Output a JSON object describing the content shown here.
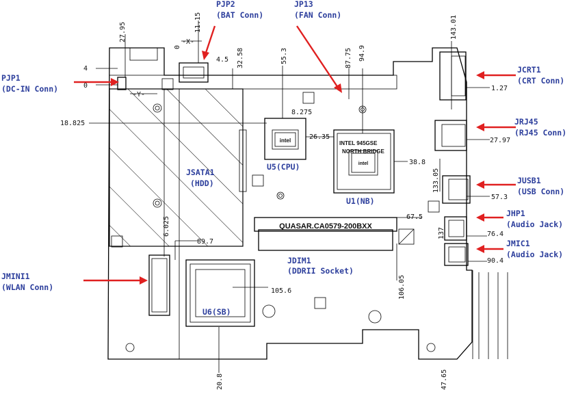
{
  "labels": {
    "pjp1_ref": "PJP1",
    "pjp1_desc": "(DC-IN Conn)",
    "pjp2_ref": "PJP2",
    "pjp2_desc": "(BAT Conn)",
    "jp13_ref": "JP13",
    "jp13_desc": "(FAN Conn)",
    "jcrt1_ref": "JCRT1",
    "jcrt1_desc": "(CRT Conn)",
    "jrj45_ref": "JRJ45",
    "jrj45_desc": "(RJ45 Conn)",
    "jusb1_ref": "JUSB1",
    "jusb1_desc": "(USB Conn)",
    "jhp1_ref": "JHP1",
    "jhp1_desc": "(Audio Jack)",
    "jmic1_ref": "JMIC1",
    "jmic1_desc": "(Audio Jack)",
    "jmini1_ref": "JMINI1",
    "jmini1_desc": "(WLAN Conn)",
    "jsata1_ref": "JSATA1",
    "jsata1_desc": "(HDD)",
    "u5": "U5(CPU)",
    "u1": "U1(NB)",
    "u6": "U6(SB)",
    "jdim1_ref": "JDIM1",
    "jdim1_desc": "(DDRII Socket)"
  },
  "chips": {
    "cpu_logo": "intel",
    "nb_line1": "INTEL 945GSE",
    "nb_line2": "NORTH BRIDGE",
    "nb_logo": "intel",
    "dimm": "QUASAR.CA0579-200BXX"
  },
  "dimensions": {
    "d_4": "4",
    "d_0": "0",
    "d_27_95": "27.95",
    "d_0_top": "0",
    "d_x": "-X-",
    "d_11_15": "11.15",
    "d_4_5": "4.5",
    "d_32_58": "32.58",
    "d_y": "-Y-",
    "d_55_3": "55.3",
    "d_87_75": "87.75",
    "d_94_9": "94.9",
    "d_8_275": "8.275",
    "d_143_01": "143.01",
    "d_1_27": "1.27",
    "d_18_825": "18.825",
    "d_26_35": "26.35",
    "d_27_97": "27.97",
    "d_38_8": "38.8",
    "d_133_05": "133.05",
    "d_57_3": "57.3",
    "d_67_5": "67.5",
    "d_137": "137",
    "d_76_4": "76.4",
    "d_6_025": "6.025",
    "d_89_7": "89.7",
    "d_90_4": "90.4",
    "d_105_6": "105.6",
    "d_106_05": "106.05",
    "d_20_8": "20.8",
    "d_47_65": "47.65"
  }
}
